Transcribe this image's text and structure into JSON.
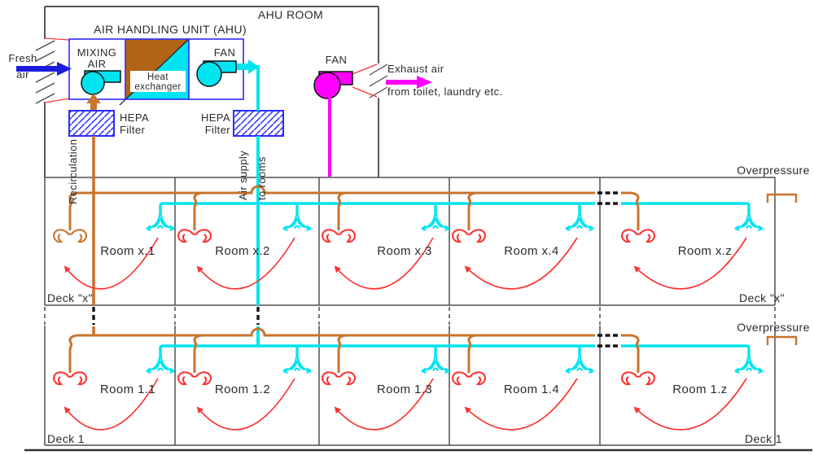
{
  "ahu_room_label": "AHU ROOM",
  "ahu": {
    "title": "AIR HANDLING UNIT (AHU)",
    "mixing_line1": "MIXING",
    "mixing_line2": "AIR",
    "heat_line1": "Heat",
    "heat_line2": "exchanger",
    "supply_fan_label": "FAN",
    "hepa": {
      "line1": "HEPA",
      "line2": "Filter"
    }
  },
  "exhaust": {
    "fan_label": "FAN",
    "caption_line1": "Exhaust air",
    "caption_line2": "from toilet, laundry etc."
  },
  "fresh_air": {
    "line1": "Fresh",
    "line2": "air"
  },
  "risers": {
    "recirculation": "Recirculation",
    "supply_line1": "Air supply",
    "supply_line2": "to rooms"
  },
  "deck_x": {
    "label": "Deck \"x\"",
    "overpressure": "Overpressure",
    "rooms": [
      "Room x.1",
      "Room x.2",
      "Room x.3",
      "Room x.4",
      "Room x.z"
    ]
  },
  "deck_1": {
    "label": "Deck 1",
    "overpressure": "Overpressure",
    "rooms": [
      "Room 1.1",
      "Room 1.2",
      "Room 1.3",
      "Room 1.4",
      "Room 1.z"
    ]
  },
  "colors": {
    "wall": "#4f4f4f",
    "outer": "#3b3b3b",
    "comp": "#2a2aff",
    "supply": "#00e4f0",
    "recirc": "#c8742c",
    "pink": "#ff00ff",
    "fresh": "#1b1be0",
    "red": "#fb3434",
    "heat": "#b26416",
    "ink": "#2b2b2b"
  }
}
